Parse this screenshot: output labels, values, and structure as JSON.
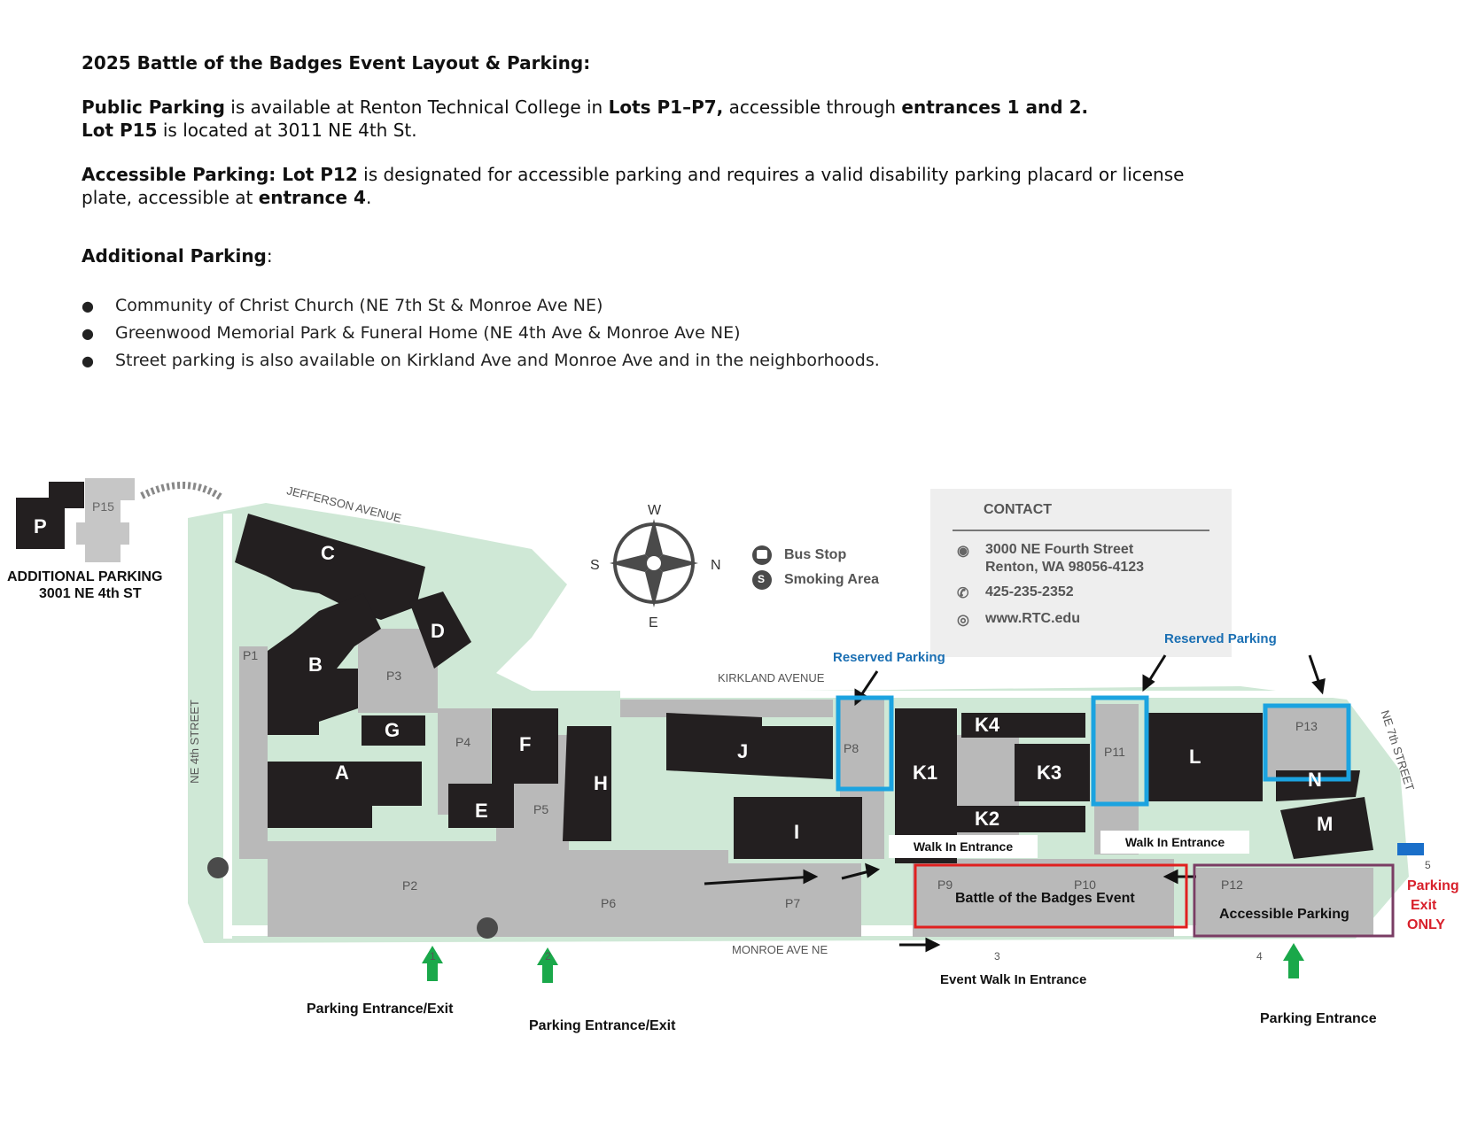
{
  "intro": {
    "title": "2025 Battle of the Badges Event Layout & Parking:",
    "public_bold": "Public Parking",
    "public_text1": " is available at Renton Technical College in ",
    "public_lots": "Lots P1–P7,",
    "public_text2": " accessible through ",
    "public_entrances": "entrances 1 and 2.",
    "p15_bold": "Lot P15",
    "p15_text": " is located at 3011 NE 4th St.",
    "accessible_bold": "Accessible Parking: Lot P12",
    "accessible_text1": " is designated for accessible parking and requires a valid disability  parking placard or license plate, accessible at ",
    "accessible_entrance": "entrance 4",
    "accessible_end": ".",
    "additional_bold": "Additional Parking",
    "additional_colon": ":",
    "bullets": [
      "Community of Christ Church (NE 7th St & Monroe Ave NE)",
      "Greenwood Memorial Park & Funeral Home (NE 4th Ave & Monroe Ave NE)",
      "Street parking is also available on Kirkland Ave and Monroe Ave and in the neighborhoods."
    ]
  },
  "map": {
    "streets": {
      "jefferson": "JEFFERSON AVENUE",
      "kirkland": "KIRKLAND AVENUE",
      "monroe": "MONROE AVE NE",
      "ne4th": "NE 4th STREET",
      "ne7th": "NE 7th STREET"
    },
    "additional_parking": {
      "badge": "P",
      "lot": "P15",
      "line1": "ADDITIONAL PARKING",
      "line2": "3001 NE 4th ST"
    },
    "compass": {
      "w": "W",
      "s": "S",
      "n": "N",
      "e": "E"
    },
    "legend": {
      "bus_icon": "bus-stop-icon",
      "bus": "Bus Stop",
      "smoking_icon": "smoking-area-icon",
      "smoking_symbol": "S",
      "smoking": "Smoking Area"
    },
    "contact": {
      "heading": "CONTACT",
      "address1": "3000 NE Fourth Street",
      "address2": "Renton, WA 98056-4123",
      "phone": "425-235-2352",
      "web": "www.RTC.edu"
    },
    "buildings": [
      "C",
      "D",
      "B",
      "G",
      "A",
      "E",
      "F",
      "H",
      "J",
      "I",
      "K1",
      "K4",
      "K3",
      "K2",
      "L",
      "N",
      "M"
    ],
    "lots": [
      "P1",
      "P3",
      "P4",
      "P5",
      "P2",
      "P6",
      "P7",
      "P8",
      "P9",
      "P10",
      "P11",
      "P12",
      "P13"
    ],
    "entrance_numbers": [
      "1",
      "2",
      "3",
      "4",
      "5"
    ],
    "reserved_1": "Reserved Parking",
    "reserved_2": "Reserved Parking",
    "walk_in_1": "Walk In Entrance",
    "walk_in_2": "Walk In Entrance",
    "event_label": "Battle of the Badges Event",
    "accessible_label": "Accessible Parking",
    "exit_only": [
      "Parking",
      "Exit",
      "ONLY"
    ],
    "entrance_exit_1": "Parking Entrance/Exit",
    "entrance_exit_2": "Parking Entrance/Exit",
    "event_walk_in": "Event Walk In Entrance",
    "parking_entrance": "Parking Entrance",
    "colors": {
      "green": "#cfe8d6",
      "lot_gray": "#b9b9b9",
      "building": "#231f20",
      "reserved_blue": "#1ba3e0",
      "event_red": "#e0201f",
      "accessible_purple": "#7a3d64",
      "arrow_green": "#1aa84a",
      "exit_blue": "#1a6fc9"
    }
  }
}
